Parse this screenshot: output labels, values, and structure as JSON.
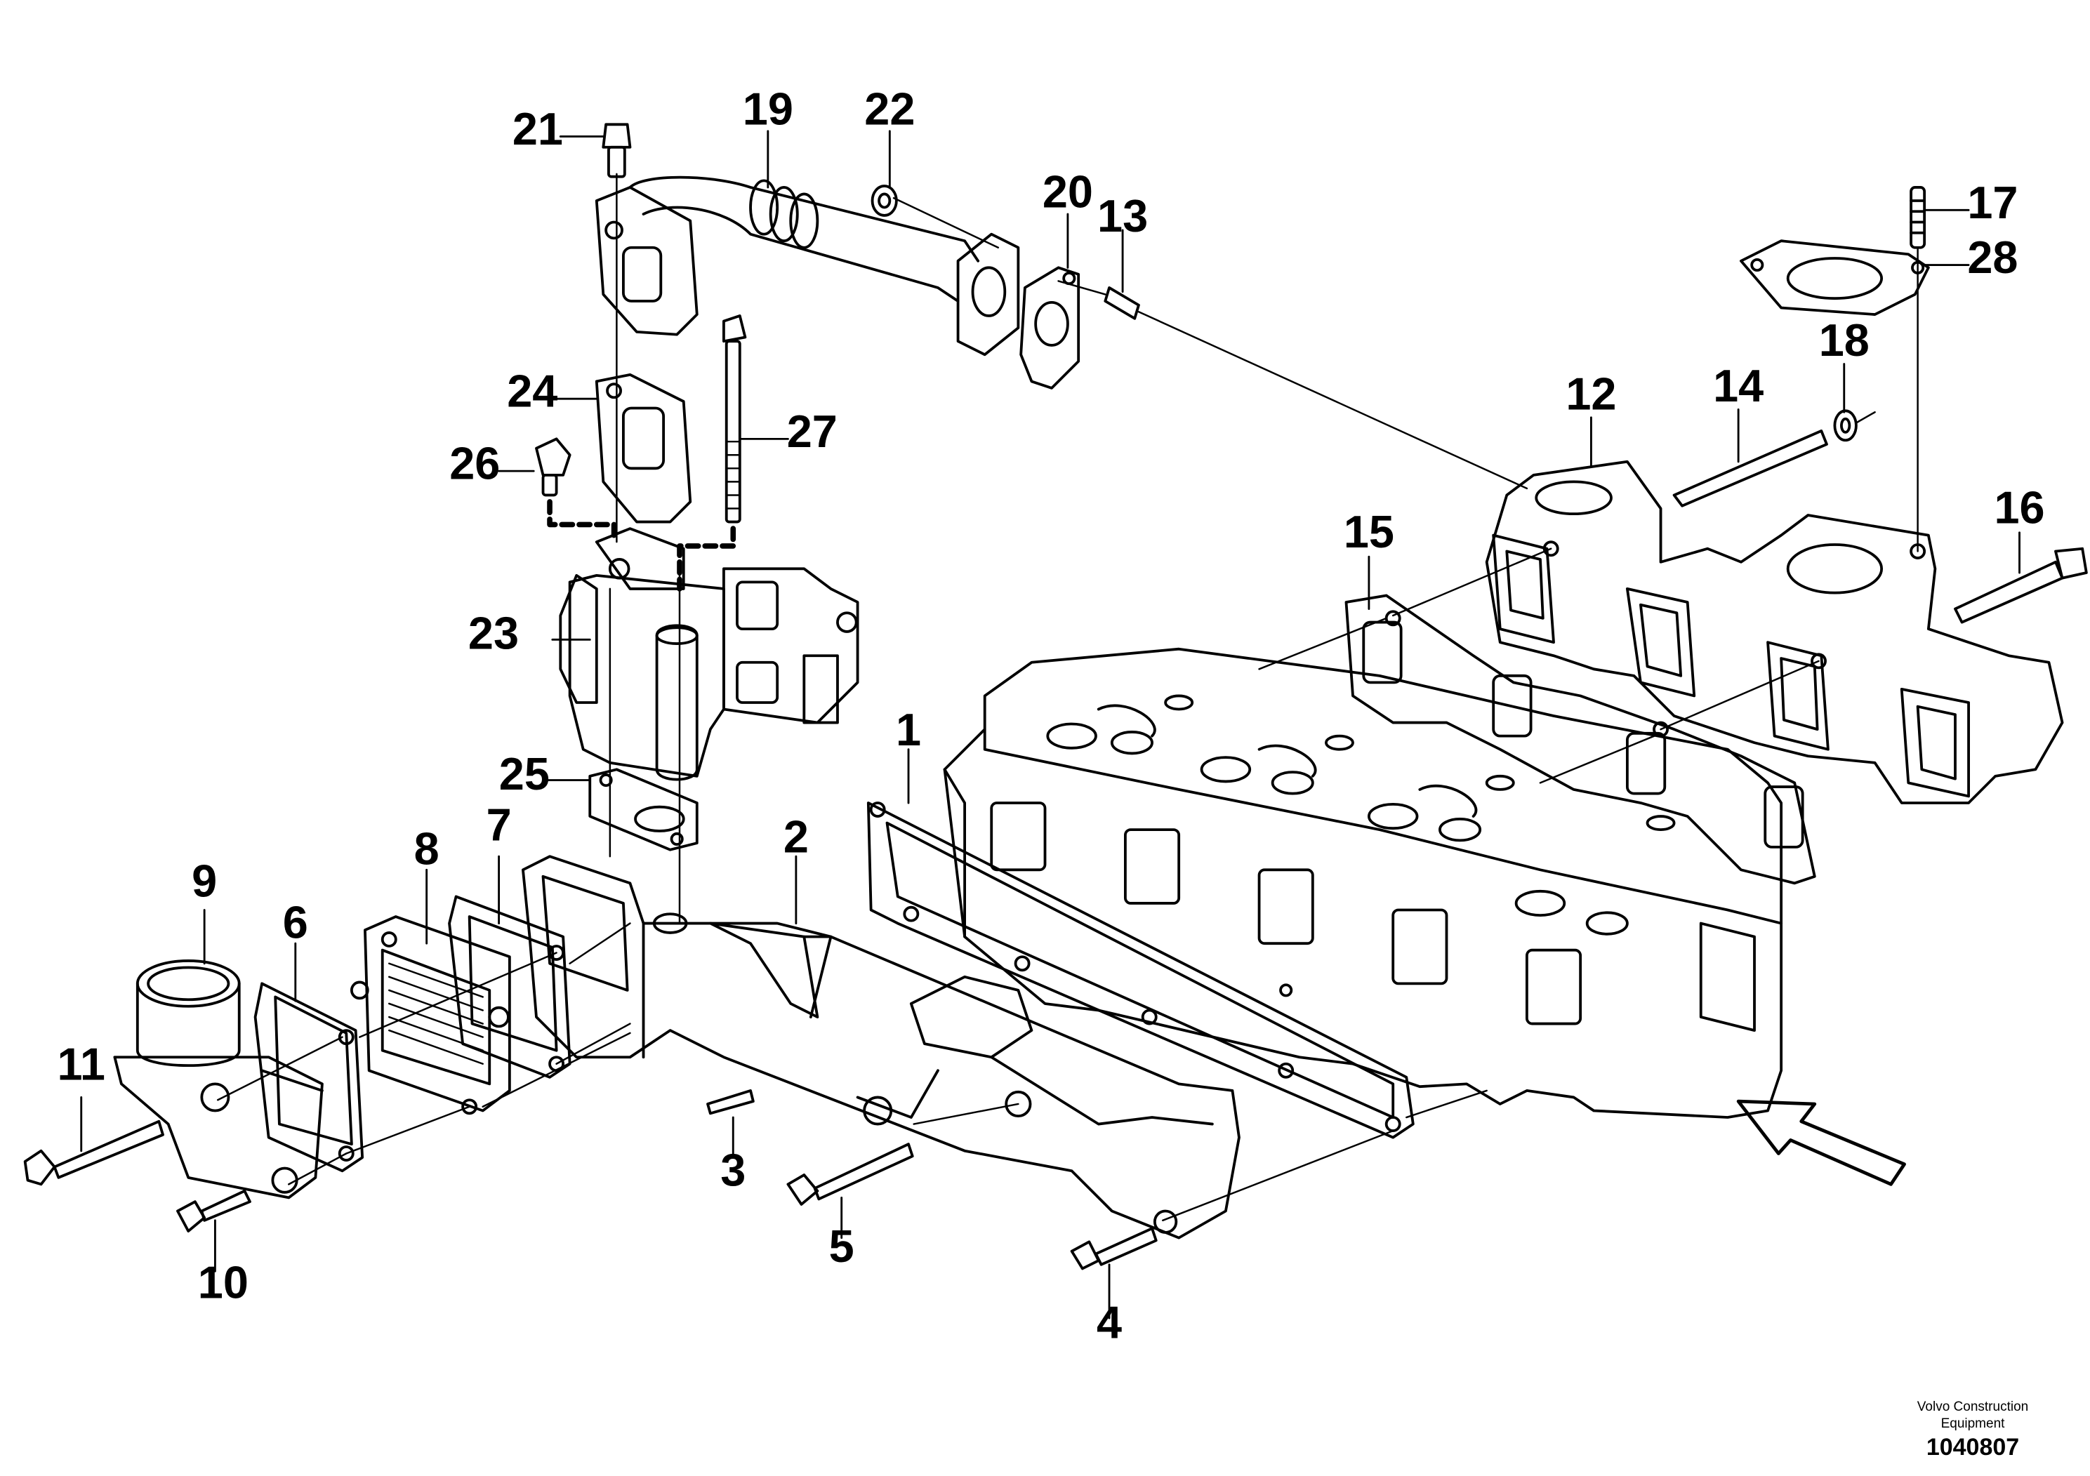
{
  "callouts": {
    "c1": "1",
    "c2": "2",
    "c3": "3",
    "c4": "4",
    "c5": "5",
    "c6": "6",
    "c7": "7",
    "c8": "8",
    "c9": "9",
    "c10": "10",
    "c11": "11",
    "c12": "12",
    "c13": "13",
    "c14": "14",
    "c15": "15",
    "c16": "16",
    "c17": "17",
    "c18": "18",
    "c19": "19",
    "c20": "20",
    "c21": "21",
    "c22": "22",
    "c23": "23",
    "c24": "24",
    "c25": "25",
    "c26": "26",
    "c27": "27",
    "c28": "28"
  },
  "footer": {
    "brand_line1": "Volvo Construction",
    "brand_line2": "Equipment",
    "drawing_number": "1040807"
  },
  "colors": {
    "line": "#000000",
    "background": "#ffffff"
  }
}
